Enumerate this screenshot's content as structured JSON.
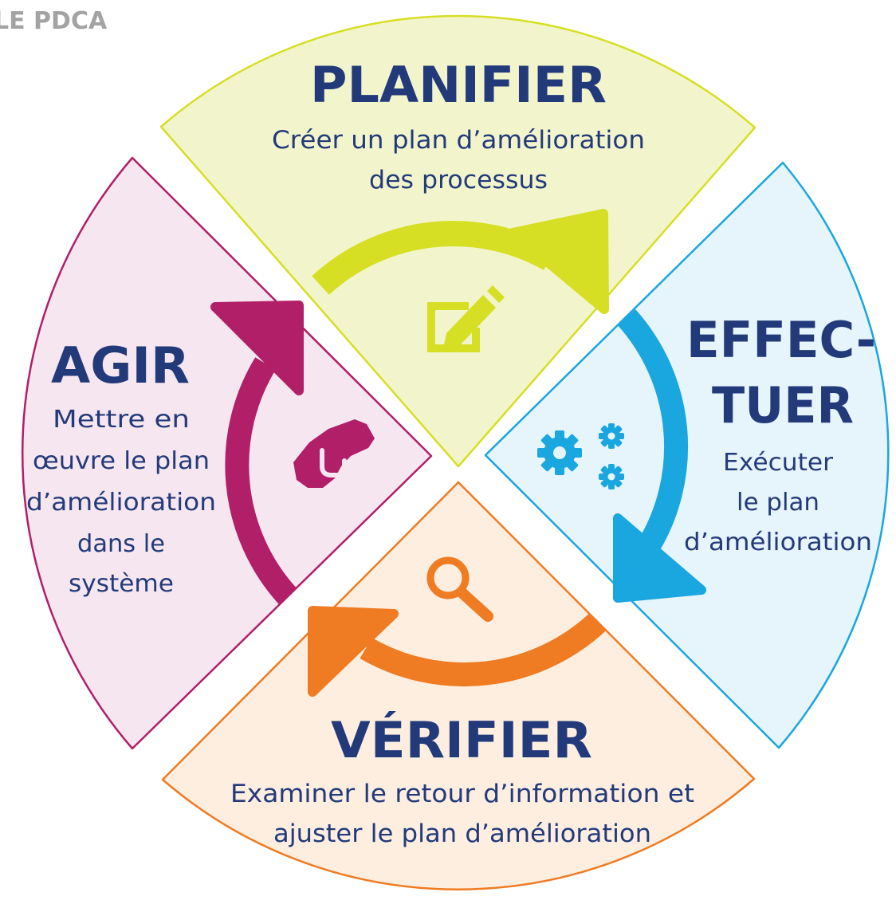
{
  "header": {
    "title": "LE PDCA"
  },
  "colors": {
    "title_text": "#233a7a",
    "planifier": "#d6df23",
    "effectuer": "#1aa6df",
    "verifier": "#ef7b22",
    "agir": "#b01f68"
  },
  "quadrants": {
    "planifier": {
      "title": "PLANIFIER",
      "desc": [
        "Créer un plan d’amélioration",
        "des processus"
      ],
      "icon": "edit-icon"
    },
    "effectuer": {
      "title": [
        "EFFEC-",
        "TUER"
      ],
      "desc": [
        "Exécuter",
        "le plan",
        "d’amélioration"
      ],
      "icon": "gears-icon"
    },
    "verifier": {
      "title": "VÉRIFIER",
      "desc": [
        "Examiner le retour d’information et",
        "ajuster le plan d’amélioration"
      ],
      "icon": "search-icon"
    },
    "agir": {
      "title": "AGIR",
      "desc": [
        "Mettre en",
        "œuvre le plan",
        "d’amélioration",
        "dans le",
        "système"
      ],
      "icon": "handshake-icon"
    }
  }
}
